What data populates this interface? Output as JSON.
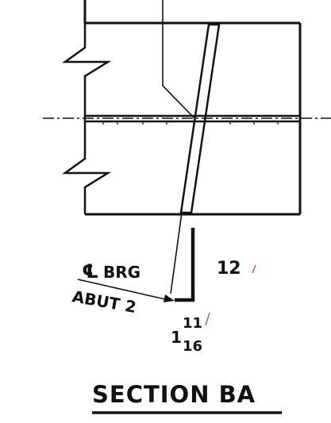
{
  "labels": {
    "cl_symbol": "℄",
    "brg": "BRG",
    "abut": "ABUT 2",
    "dim_whole": "12",
    "frac_whole": "1",
    "frac_num": "11",
    "frac_den": "16",
    "section_title": "SECTION BA"
  },
  "colors": {
    "ink": "#111111",
    "red_mark": "#cc2a4a",
    "background": "#ffffff"
  },
  "icons": {
    "cl_symbol": "centerline-symbol",
    "break_lines": "zigzag-break-icon"
  }
}
